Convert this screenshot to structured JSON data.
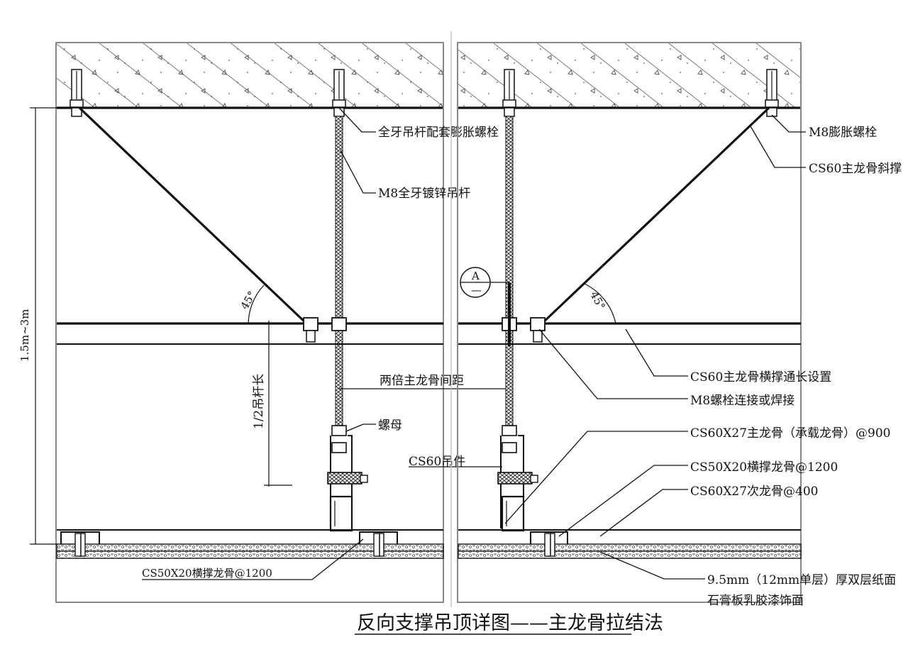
{
  "title": "反向支撑吊顶详图——主龙骨拉结法",
  "labels": {
    "expansion_bolt_set": "全牙吊杆配套膨胀螺栓",
    "m8_rod": "M8全牙镀锌吊杆",
    "m8_expansion_bolt": "M8膨胀螺栓",
    "cs60_brace": "CS60主龙骨斜撑",
    "cs60_cross_brace": "CS60主龙骨横撑通长设置",
    "m8_bolt_or_weld": "M8螺栓连接或焊接",
    "cs60x27_main": "CS60X27主龙骨（承载龙骨）@900",
    "cs50x20_cross": "CS50X20横撑龙骨@1200",
    "cs60x27_secondary": "CS60X27次龙骨@400",
    "board_line1": "9.5mm（12mm单层）厚双层纸面",
    "board_line2": "石膏板乳胶漆饰面",
    "cs50x20_left": "CS50X20横撑龙骨@1200",
    "nut": "螺母",
    "cs60_hanger": "CS60吊件",
    "double_spacing": "两倍主龙骨间距",
    "half_rod": "1/2吊杆长",
    "height_range": "1.5m~3m",
    "angle_left": "45°",
    "angle_right": "45°",
    "section_mark_top": "A",
    "section_mark_bottom": "—"
  }
}
